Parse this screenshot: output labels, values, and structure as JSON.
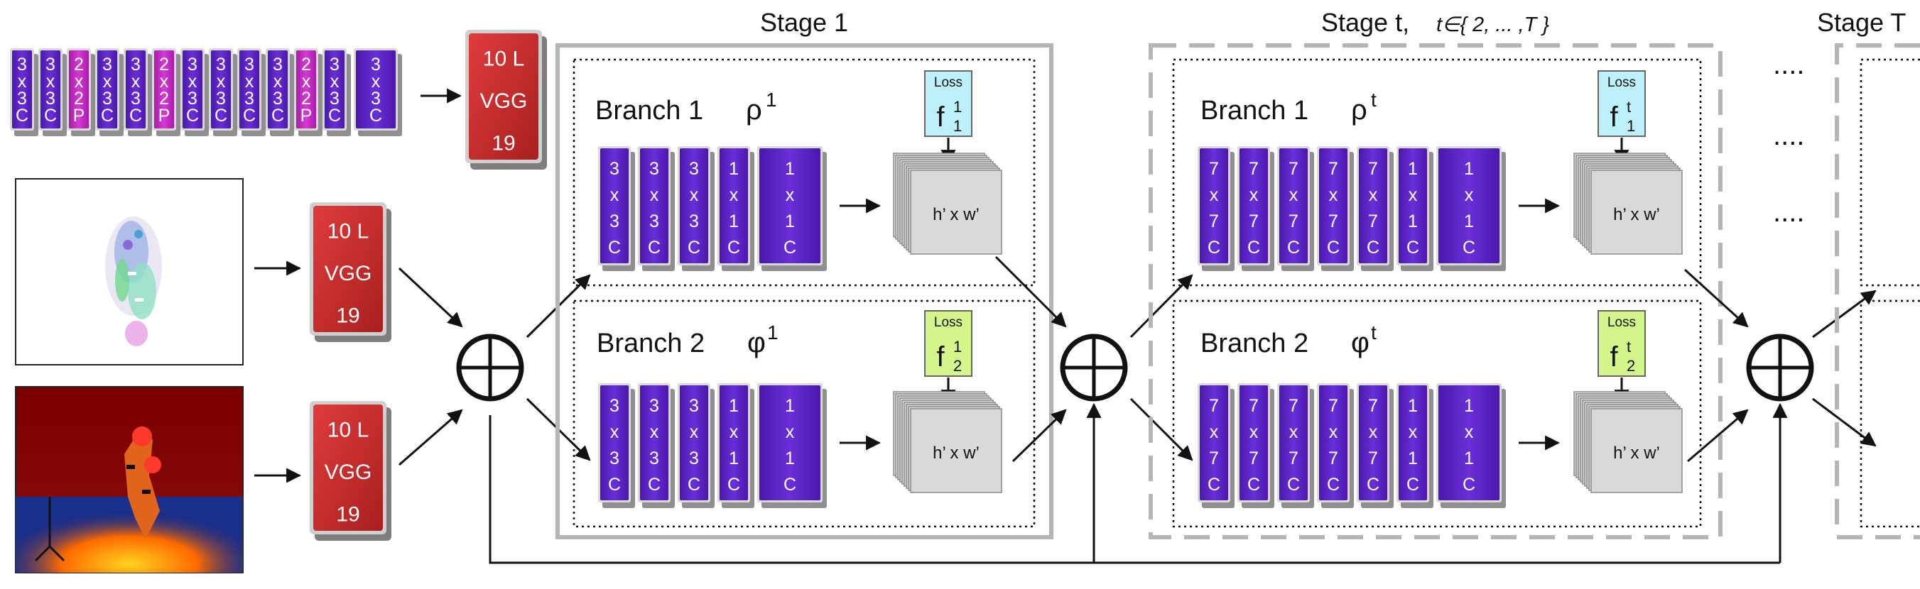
{
  "colors": {
    "conv": "#5c22c4",
    "pool": "#c229c1",
    "vgg": "#c42b2b",
    "loss_branch1": "#bdf0fb",
    "loss_branch2": "#d4f58a",
    "heatmap": "#d8d8d8",
    "line": "#111111",
    "stage_border": "#b5b5b5"
  },
  "backbone": {
    "layers": [
      [
        "3",
        "x",
        "3",
        "C"
      ],
      [
        "3",
        "x",
        "3",
        "C"
      ],
      [
        "2",
        "x",
        "2",
        "P"
      ],
      [
        "3",
        "x",
        "3",
        "C"
      ],
      [
        "3",
        "x",
        "3",
        "C"
      ],
      [
        "2",
        "x",
        "2",
        "P"
      ],
      [
        "3",
        "x",
        "3",
        "C"
      ],
      [
        "3",
        "x",
        "3",
        "C"
      ],
      [
        "3",
        "x",
        "3",
        "C"
      ],
      [
        "3",
        "x",
        "3",
        "C"
      ],
      [
        "2",
        "x",
        "2",
        "P"
      ],
      [
        "3",
        "x",
        "3",
        "C"
      ],
      [
        "3",
        "x",
        "3",
        "C"
      ]
    ],
    "vgg_lines": [
      "10 L",
      "VGG",
      "19"
    ]
  },
  "inputs": {
    "vgg_blocks": [
      {
        "lines": [
          "10 L",
          "VGG",
          "19"
        ]
      },
      {
        "lines": [
          "10 L",
          "VGG",
          "19"
        ]
      }
    ],
    "images": [
      "part-affinity-image",
      "depth-image"
    ]
  },
  "stage1": {
    "title": "Stage 1",
    "branches": [
      {
        "name": "Branch 1",
        "symbol": "ρ",
        "sup": "1",
        "layers": [
          [
            "3",
            "x",
            "3",
            "C"
          ],
          [
            "3",
            "x",
            "3",
            "C"
          ],
          [
            "3",
            "x",
            "3",
            "C"
          ],
          [
            "1",
            "x",
            "1",
            "C"
          ],
          [
            "1",
            "x",
            "1",
            "C"
          ]
        ],
        "loss": {
          "label": "Loss",
          "f": "f",
          "sup": "1",
          "sub": "1"
        },
        "output": "h’ x w’"
      },
      {
        "name": "Branch 2",
        "symbol": "φ",
        "sup": "1",
        "layers": [
          [
            "3",
            "x",
            "3",
            "C"
          ],
          [
            "3",
            "x",
            "3",
            "C"
          ],
          [
            "3",
            "x",
            "3",
            "C"
          ],
          [
            "1",
            "x",
            "1",
            "C"
          ],
          [
            "1",
            "x",
            "1",
            "C"
          ]
        ],
        "loss": {
          "label": "Loss",
          "f": "f",
          "sup": "1",
          "sub": "2"
        },
        "output": "h’ x w’"
      }
    ]
  },
  "staget": {
    "title": "Stage t,",
    "range": "t∈{ 2, ... ,T }",
    "branches": [
      {
        "name": "Branch 1",
        "symbol": "ρ",
        "sup": "t",
        "layers": [
          [
            "7",
            "x",
            "7",
            "C"
          ],
          [
            "7",
            "x",
            "7",
            "C"
          ],
          [
            "7",
            "x",
            "7",
            "C"
          ],
          [
            "7",
            "x",
            "7",
            "C"
          ],
          [
            "7",
            "x",
            "7",
            "C"
          ],
          [
            "1",
            "x",
            "1",
            "C"
          ],
          [
            "1",
            "x",
            "1",
            "C"
          ]
        ],
        "loss": {
          "label": "Loss",
          "f": "f",
          "sup": "t",
          "sub": "1"
        },
        "output": "h’ x w’"
      },
      {
        "name": "Branch 2",
        "symbol": "φ",
        "sup": "t",
        "layers": [
          [
            "7",
            "x",
            "7",
            "C"
          ],
          [
            "7",
            "x",
            "7",
            "C"
          ],
          [
            "7",
            "x",
            "7",
            "C"
          ],
          [
            "7",
            "x",
            "7",
            "C"
          ],
          [
            "7",
            "x",
            "7",
            "C"
          ],
          [
            "1",
            "x",
            "1",
            "C"
          ],
          [
            "1",
            "x",
            "1",
            "C"
          ]
        ],
        "loss": {
          "label": "Loss",
          "f": "f",
          "sup": "t",
          "sub": "2"
        },
        "output": "h’ x w’"
      }
    ]
  },
  "stageT": {
    "title": "Stage T"
  },
  "ellipsis": [
    "....",
    "....",
    "...."
  ]
}
